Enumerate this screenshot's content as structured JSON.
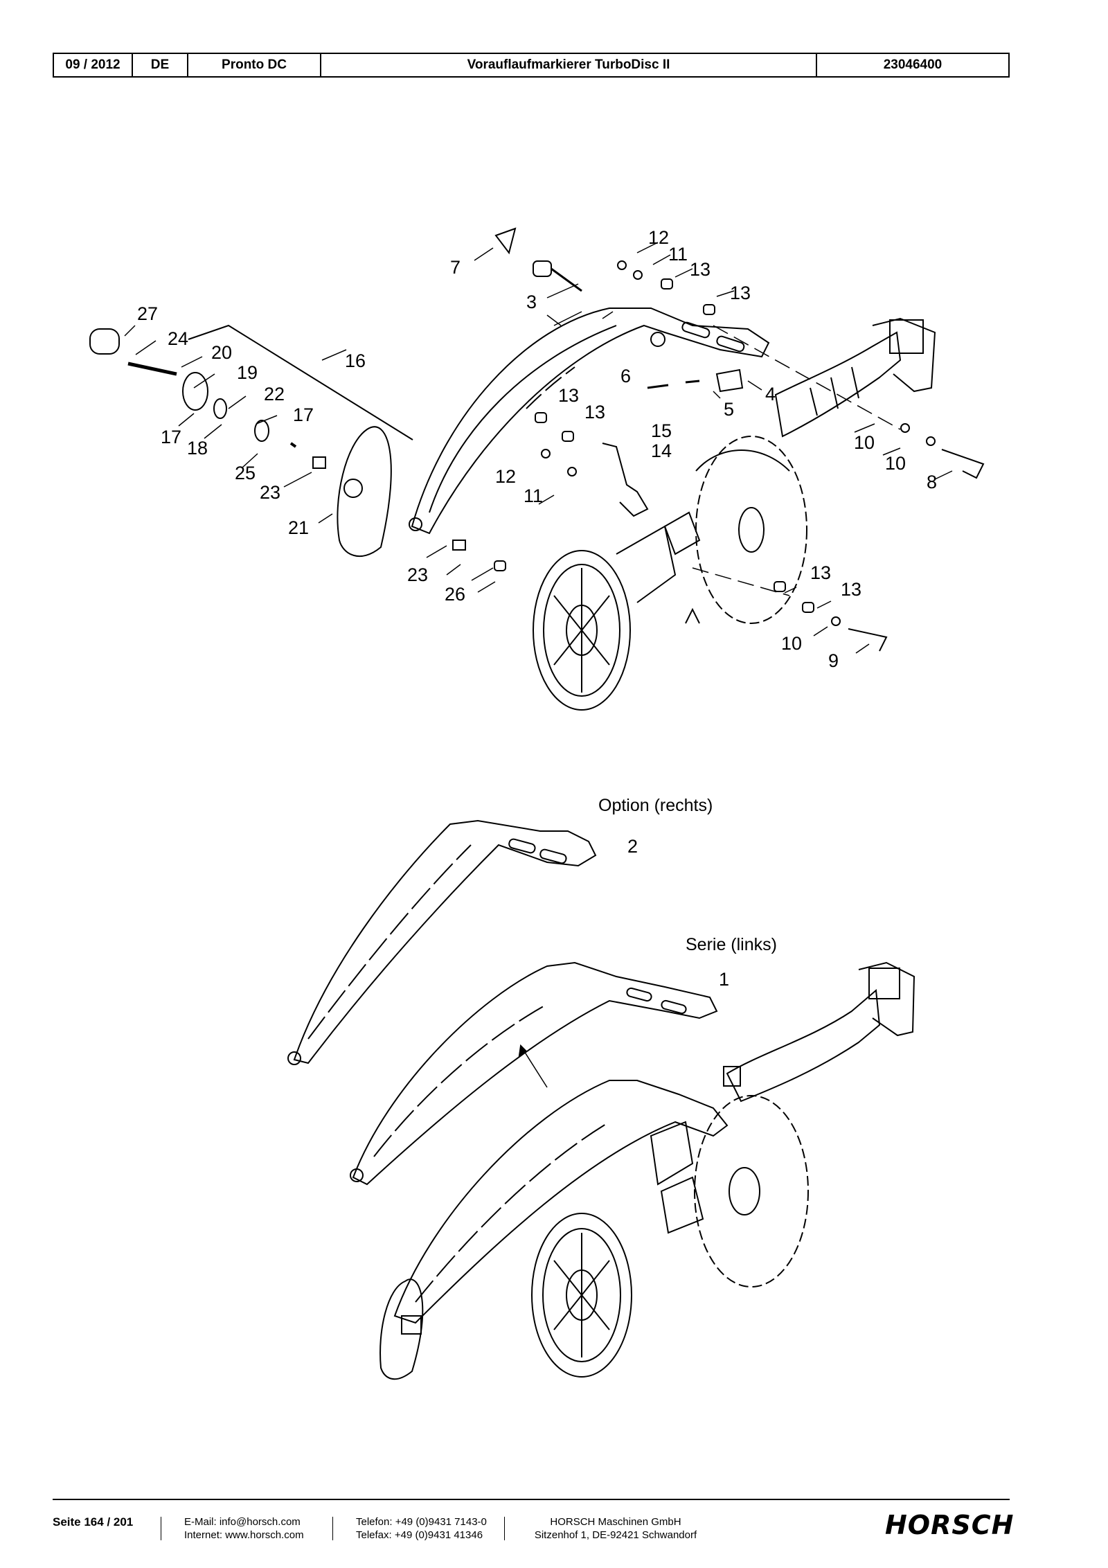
{
  "header": {
    "date": "09 / 2012",
    "language": "DE",
    "machine": "Pronto DC",
    "title": "Vorauflaufmarkierer TurboDisc II",
    "part_number": "23046400"
  },
  "callouts": {
    "c1": "1",
    "c2": "2",
    "c3": "3",
    "c4": "4",
    "c5": "5",
    "c6": "6",
    "c7": "7",
    "c8": "8",
    "c9": "9",
    "c10a": "10",
    "c10b": "10",
    "c10c": "10",
    "c11a": "11",
    "c11b": "11",
    "c12a": "12",
    "c12b": "12",
    "c13a": "13",
    "c13b": "13",
    "c13c": "13",
    "c13d": "13",
    "c13e": "13",
    "c13f": "13",
    "c14": "14",
    "c15": "15",
    "c16": "16",
    "c17a": "17",
    "c17b": "17",
    "c18": "18",
    "c19": "19",
    "c20": "20",
    "c21": "21",
    "c22": "22",
    "c23a": "23",
    "c23b": "23",
    "c24": "24",
    "c25": "25",
    "c26": "26",
    "c27": "27"
  },
  "captions": {
    "option": "Option (rechts)",
    "serie": "Serie (links)"
  },
  "footer": {
    "page": "Seite 164 / 201",
    "email": "E-Mail: info@horsch.com",
    "internet": "Internet: www.horsch.com",
    "telefon": "Telefon: +49 (0)9431 7143-0",
    "telefax": "Telefax: +49 (0)9431 41346",
    "company": "HORSCH Maschinen GmbH",
    "address": "Sitzenhof 1, DE-92421 Schwandorf",
    "logo": "HORSCH"
  }
}
